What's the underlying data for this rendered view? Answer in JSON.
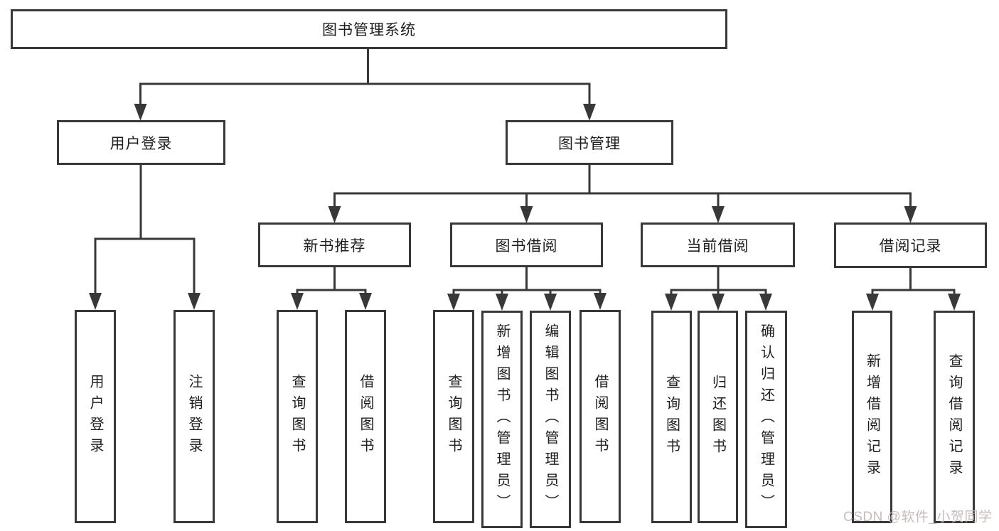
{
  "diagram_title": "图书管理系统",
  "tree": {
    "label": "图书管理系统",
    "children": [
      {
        "label": "用户登录",
        "children": [
          {
            "label": "用户登录"
          },
          {
            "label": "注销登录"
          }
        ]
      },
      {
        "label": "图书管理",
        "children": [
          {
            "label": "新书推荐",
            "children": [
              {
                "label": "查询图书"
              },
              {
                "label": "借阅图书"
              }
            ]
          },
          {
            "label": "图书借阅",
            "children": [
              {
                "label": "查询图书"
              },
              {
                "label": "新增图书（管理员）"
              },
              {
                "label": "编辑图书（管理员）"
              },
              {
                "label": "借阅图书"
              }
            ]
          },
          {
            "label": "当前借阅",
            "children": [
              {
                "label": "查询图书"
              },
              {
                "label": "归还图书"
              },
              {
                "label": "确认归还（管理员）"
              }
            ]
          },
          {
            "label": "借阅记录",
            "children": [
              {
                "label": "新增借阅记录"
              },
              {
                "label": "查询借阅记录"
              }
            ]
          }
        ]
      }
    ]
  },
  "watermark": "CSDN @软件_小贺同学",
  "colors": {
    "line": "#383838",
    "box_border": "#383838",
    "box_background": "#ffffff",
    "text": "#1e1e1e",
    "watermark": "#c3b9b9",
    "page_background": "#ffffff"
  }
}
